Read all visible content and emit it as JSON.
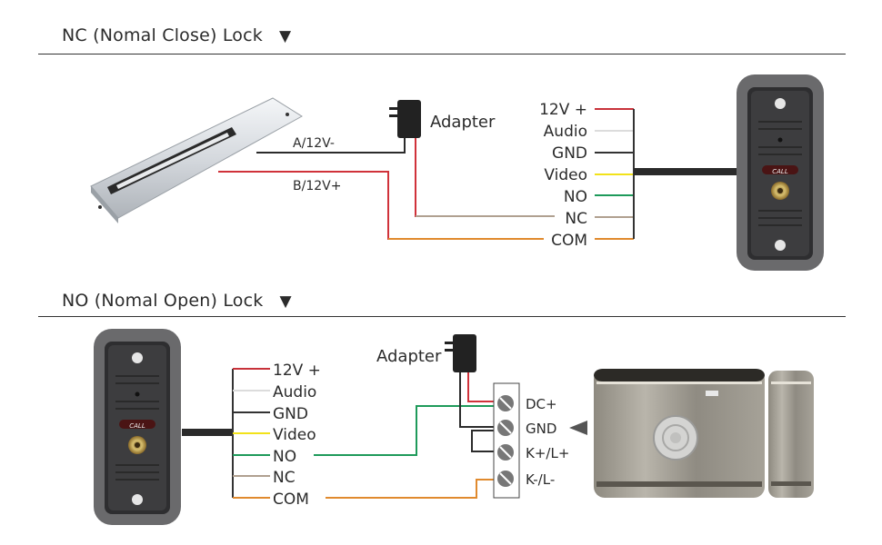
{
  "sections": [
    {
      "title": "NC (Nomal Close) Lock",
      "marker_icon": "down-triangle-icon",
      "lock_type": "magnetic lock",
      "lock_wires": [
        {
          "label": "A/12V-",
          "color": "#2b2b2b"
        },
        {
          "label": "B/12V+",
          "color": "#d0323a"
        }
      ],
      "adapter_label": "Adapter",
      "wire_labels": [
        "12V +",
        "Audio",
        "GND",
        "Video",
        "NO",
        "NC",
        "COM"
      ]
    },
    {
      "title": "NO (Nomal Open) Lock",
      "marker_icon": "down-triangle-icon",
      "lock_type": "electric rim lock",
      "adapter_label": "Adapter",
      "wire_labels": [
        "12V +",
        "Audio",
        "GND",
        "Video",
        "NO",
        "NC",
        "COM"
      ],
      "terminals": [
        "DC+",
        "GND",
        "K+/L+",
        "K-/L-"
      ],
      "pointer_icon": "left-triangle-icon"
    }
  ],
  "doorbell": {
    "button_label": "CALL"
  },
  "wire_colors": {
    "12V +": "#c8323a",
    "Audio": "#dcdcdc",
    "GND": "#333333",
    "Video": "#f2e21a",
    "NO": "#1e9a5a",
    "NC": "#b0a090",
    "COM": "#e08a2e"
  }
}
